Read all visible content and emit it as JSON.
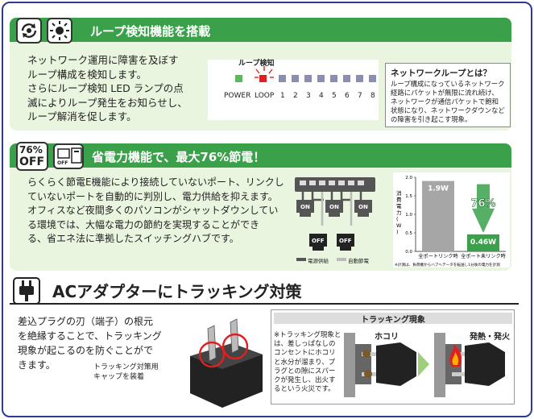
{
  "loop": {
    "title": "ループ検知機能を搭載",
    "body": "ネットワーク運用に障害を及ぼす\nループ構成を検知します。\nさらにループ検知 LED ランプの点\n滅によりループ発生をお知らせし、\nループ解消を促します。",
    "led_panel": {
      "top_label": "ループ検知",
      "labels": [
        "POWER",
        "LOOP",
        "1",
        "2",
        "3",
        "4",
        "5",
        "6",
        "7",
        "8"
      ]
    },
    "info": {
      "title": "ネットワークループとは？",
      "text": "ループ構成になっているネットワーク\n経路にパケットが無限に流れ続け、\nネットワークが通信パケットで飽和\n状態になり、ネットワークダウンなど\nの障害を引き起こす現象。"
    }
  },
  "power": {
    "badge_line1": "76%",
    "badge_line2": "OFF",
    "off_small": "OFF",
    "title": "省電力機能で、最大76%節電！",
    "body": "らくらく節電E機能により接続していないポート、リンクし\nていないポートを自動的に判別し、電力供給を抑えます。\nオフィスなど夜間多くのパソコンがシャットダウンしてい\nる環境では、大幅な電力の節約を実現することができ\nる、省エネ法に準拠したスイッチングハブです。",
    "diagram": {
      "on_label": "ON",
      "off_label": "OFF",
      "legend_supply": "電源供給",
      "legend_save": "自動節電"
    }
  },
  "chart_data": {
    "type": "bar",
    "ylabel": "消費電力(W)",
    "ylim": [
      0,
      2.0
    ],
    "yticks": [
      "2.0",
      "1.5",
      "1.0",
      "0.5",
      "0.0"
    ],
    "categories": [
      "全ポートリンク時",
      "全ポート未リンク時"
    ],
    "values": [
      1.9,
      0.46
    ],
    "value_labels": [
      "1.9W",
      "0.46W"
    ],
    "annotation": "76%",
    "footnote": "※計測は、負荷機からハブへデータを転送し1分後の電力を計測",
    "colors": {
      "link": "#a6a6a6",
      "nolink": "#3aa04a"
    }
  },
  "tracking": {
    "title": "ACアダプターにトラッキング対策",
    "body": "差込プラグの刃（端子）の根元\nを絶縁することで、トラッキング\n現象が起こるのを防ぐことがで\nきます。",
    "cap_label": "トラッキング対策用\nキャップを装着",
    "box_title": "トラッキング現象",
    "box_text": "※トラッキング現象と\nは、差しっぱなしの\nコンセントにホコリ\nと水分が溜まり、プ\nラグとの隙にスパー\nクが発生し、出火す\nるという火災です。",
    "dust_label": "ホコリ",
    "fire_label": "発熱・発火"
  }
}
